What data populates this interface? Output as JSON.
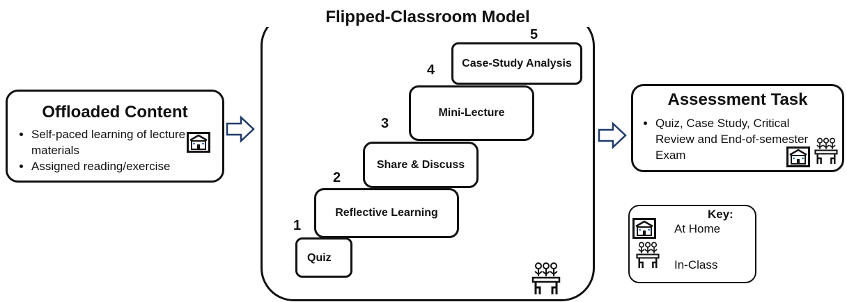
{
  "offloaded": {
    "title": "Offloaded Content",
    "items": [
      "Self-paced learning of lecture materials",
      "Assigned reading/exercise"
    ]
  },
  "model": {
    "title": "Flipped-Classroom Model",
    "steps": [
      {
        "number": "1",
        "label": "Quiz"
      },
      {
        "number": "2",
        "label": "Reflective Learning"
      },
      {
        "number": "3",
        "label": "Share & Discuss"
      },
      {
        "number": "4",
        "label": "Mini-Lecture"
      },
      {
        "number": "5",
        "label": "Case-Study Analysis"
      }
    ]
  },
  "assessment": {
    "title": "Assessment Task",
    "items": [
      "Quiz, Case Study, Critical Review and End-of-semester Exam"
    ]
  },
  "key": {
    "title": "Key:",
    "home_label": "At Home",
    "class_label": "In-Class"
  },
  "icons": {
    "home": "home-icon",
    "class": "classroom-desk-icon",
    "arrow": "right-arrow-icon"
  }
}
